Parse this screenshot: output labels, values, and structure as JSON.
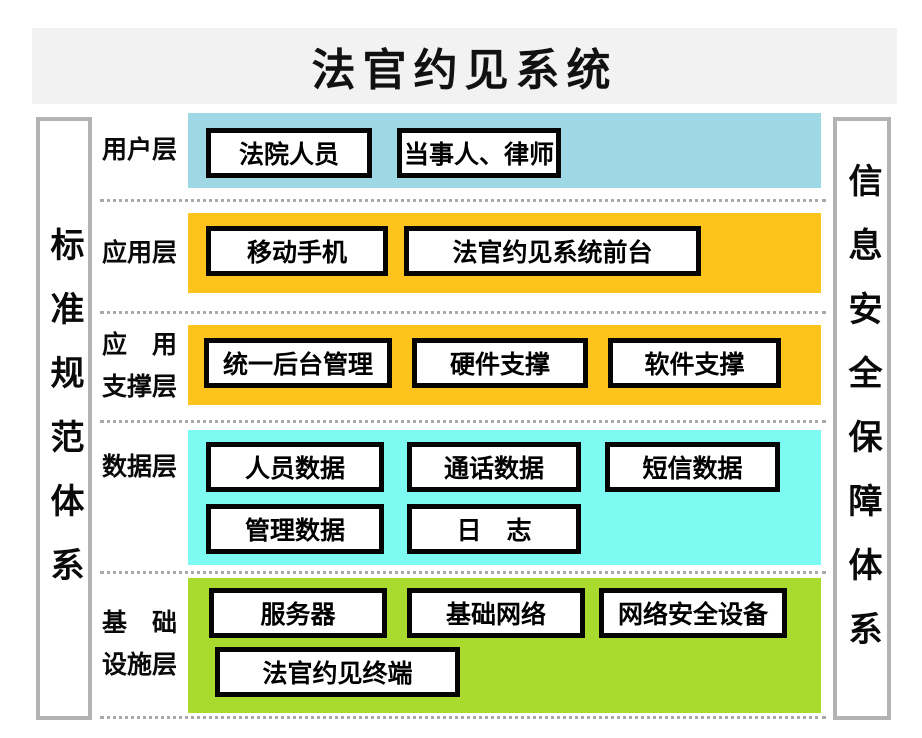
{
  "title": "法官约见系统",
  "pillars": {
    "left": "标准规范体系",
    "right": "信息安全保障体系"
  },
  "layers": {
    "user": {
      "label": "用户层",
      "items": {
        "court_staff": "法院人员",
        "parties_lawyers": "当事人、律师"
      }
    },
    "application": {
      "label": "应用层",
      "items": {
        "mobile_phone": "移动手机",
        "system_frontend": "法官约见系统前台"
      }
    },
    "app_support": {
      "label_line1": "应　用",
      "label_line2": "支撑层",
      "items": {
        "unified_backend": "统一后台管理",
        "hardware_support": "硬件支撑",
        "software_support": "软件支撑"
      }
    },
    "data": {
      "label": "数据层",
      "items": {
        "personnel_data": "人员数据",
        "call_data": "通话数据",
        "sms_data": "短信数据",
        "management_data": "管理数据",
        "log": "日　志"
      }
    },
    "infrastructure": {
      "label_line1": "基　础",
      "label_line2": "设施层",
      "items": {
        "server": "服务器",
        "basic_network": "基础网络",
        "network_security_device": "网络安全设备",
        "judge_meeting_terminal": "法官约见终端"
      }
    }
  },
  "colors": {
    "title_banner": "#F2F2F2",
    "user_band": "#9ED8E5",
    "application_band": "#FFC41C",
    "app_support_band": "#FFC41C",
    "data_band": "#7DFAF2",
    "infrastructure_band": "#A8DB2E"
  }
}
